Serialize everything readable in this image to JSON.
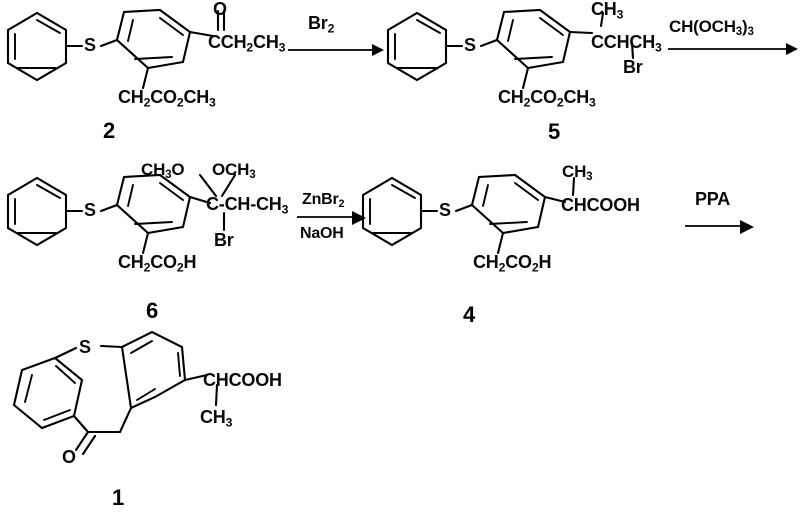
{
  "scheme": {
    "title": "Zaltoprofen synthesis reaction scheme",
    "rows": [
      {
        "id": "row-1",
        "reactant": {
          "id": "compound-2",
          "number": "2"
        },
        "arrow": {
          "id": "arrow-br2",
          "reagent_top": "Br",
          "reagent_top_sub": "2",
          "reagent_bottom": ""
        },
        "product": {
          "id": "compound-5",
          "number": "5"
        },
        "arrow_end": {
          "id": "arrow-trimethyl-orthoformate",
          "reagent_top": "CH(OCH",
          "reagent_top_sub": "3",
          "reagent_tail": ")",
          "reagent_tail_sub": "3"
        }
      },
      {
        "id": "row-2",
        "reactant": {
          "id": "compound-6",
          "number": "6"
        },
        "arrow": {
          "id": "arrow-znbr2-naoh",
          "reagent_top": "ZnBr",
          "reagent_top_sub": "2",
          "reagent_bottom": "NaOH"
        },
        "product": {
          "id": "compound-4",
          "number": "4"
        },
        "arrow_end": {
          "id": "arrow-ppa",
          "reagent_top": "PPA"
        }
      },
      {
        "id": "row-3",
        "product": {
          "id": "compound-1",
          "number": "1"
        }
      }
    ],
    "labels": {
      "sulfide_s": "S",
      "ketone_o": "O",
      "carbonyl_o": "O",
      "bromine": "Br",
      "carbon_center": "C",
      "dash": "-"
    },
    "compound_2": {
      "number": "2",
      "thioether": "S",
      "ketone_oxygen": "O",
      "acyl_chain": "CCH",
      "acyl_chain_sub1": "2",
      "acyl_chain_2": "CH",
      "acyl_chain_sub2": "3",
      "ester_chain": "CH",
      "ester_sub1": "2",
      "ester_chain_2": "CO",
      "ester_sub2": "2",
      "ester_chain_3": "CH",
      "ester_sub3": "3"
    },
    "compound_5": {
      "number": "5",
      "thioether": "S",
      "methyl_top": "CH",
      "methyl_top_sub": "3",
      "chain": "CCHCH",
      "chain_sub": "3",
      "bromo": "Br",
      "ester_chain": "CH",
      "ester_sub1": "2",
      "ester_chain_2": "CO",
      "ester_sub2": "2",
      "ester_chain_3": "CH",
      "ester_sub3": "3"
    },
    "compound_6": {
      "number": "6",
      "thioether": "S",
      "methoxy_left": "CH",
      "methoxy_left_sub": "3",
      "methoxy_left_o": "O",
      "methoxy_right": "OCH",
      "methoxy_right_sub": "3",
      "chain": "C-CH-CH",
      "chain_sub": "3",
      "bromo": "Br",
      "acid_chain": "CH",
      "acid_sub1": "2",
      "acid_chain_2": "CO",
      "acid_sub2": "2",
      "acid_chain_3": "H"
    },
    "compound_4": {
      "number": "4",
      "thioether": "S",
      "methyl_top": "CH",
      "methyl_top_sub": "3",
      "chain": "CHCOOH",
      "acid_chain": "CH",
      "acid_sub1": "2",
      "acid_chain_2": "CO",
      "acid_sub2": "2",
      "acid_chain_3": "H"
    },
    "compound_1": {
      "number": "1",
      "thioether": "S",
      "ketone_oxygen": "O",
      "chain": "CHCOOH",
      "methyl": "CH",
      "methyl_sub": "3"
    }
  },
  "colors": {
    "ink": "#000000",
    "background": "#ffffff"
  }
}
